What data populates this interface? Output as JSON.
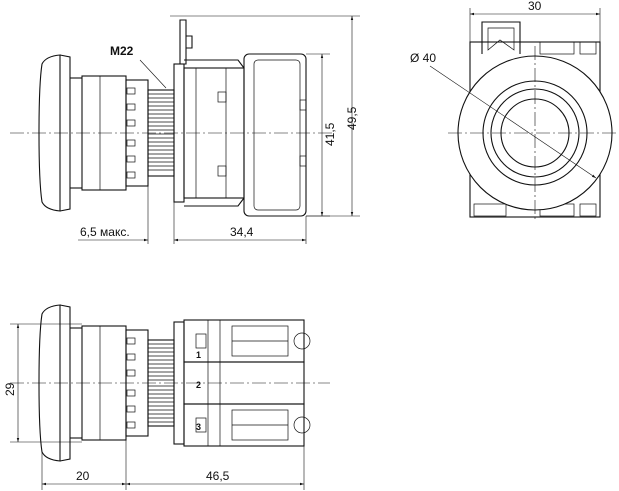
{
  "drawing": {
    "dimensions": {
      "width_top": "30",
      "diameter": "Ø 40",
      "thread": "M22",
      "height_inner": "41,5",
      "height_outer": "49,5",
      "protrusion": "6,5 макс.",
      "body_length": "34,4",
      "height_side": "29",
      "head_depth": "20",
      "overall_length": "46,5"
    },
    "terminals": [
      "1",
      "2",
      "3"
    ]
  }
}
